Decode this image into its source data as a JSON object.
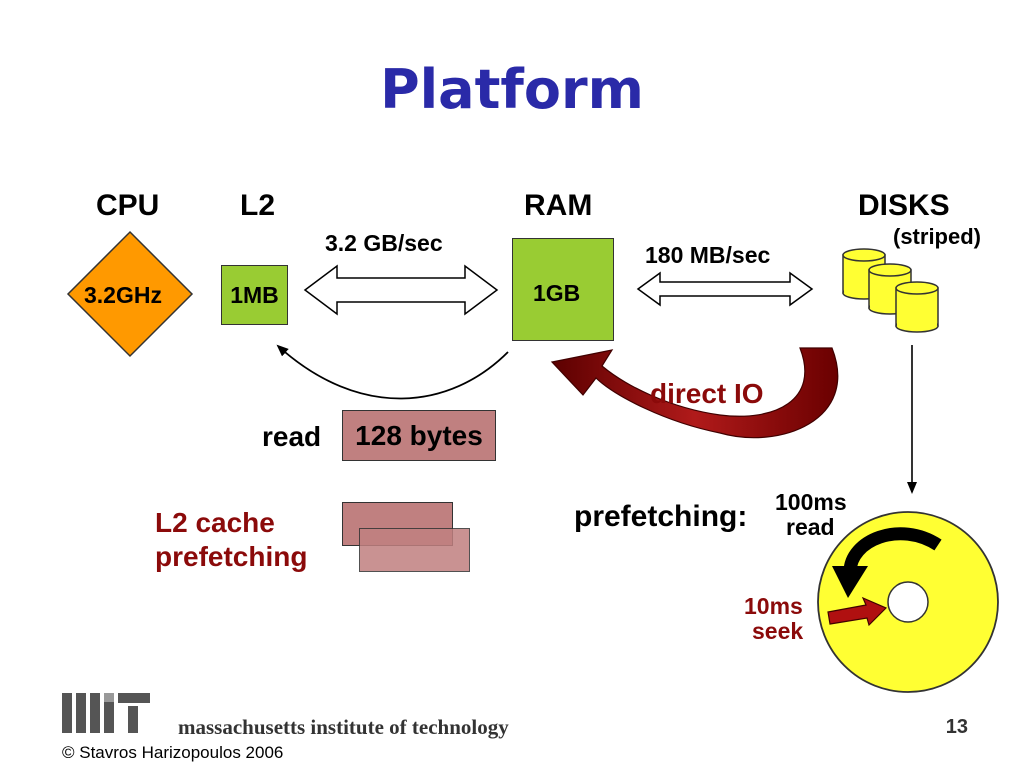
{
  "title": "Platform",
  "columns": {
    "cpu": "CPU",
    "l2": "L2",
    "ram": "RAM",
    "disks": "DISKS",
    "disks_note": "(striped)"
  },
  "components": {
    "cpu_speed": "3.2GHz",
    "l2_size": "1MB",
    "ram_size": "1GB"
  },
  "bandwidth": {
    "l2_ram": "3.2 GB/sec",
    "ram_disk": "180 MB/sec"
  },
  "labels": {
    "direct_io": "direct IO",
    "read_word": "read",
    "read_size": "128 bytes",
    "l2_prefetch_line1": "L2 cache",
    "l2_prefetch_line2": "prefetching",
    "prefetching": "prefetching:",
    "read_time_line1": "100ms",
    "read_time_line2": "read",
    "seek_line1": "10ms",
    "seek_line2": "seek"
  },
  "footer": {
    "institution": "massachusetts institute of technology",
    "page_number": "13",
    "copyright": "© Stavros Harizopoulos 2006"
  },
  "colors": {
    "title": "#2a2aa8",
    "cpu_diamond": "#ff9900",
    "green_box": "#99cc33",
    "rose_box": "#c08080",
    "dark_red": "#8b0a0a",
    "disk_yellow": "#ffff33"
  },
  "icons": {
    "cpu": "diamond-shape",
    "disks": "cylinder-stack",
    "platter": "disk-platter",
    "logo": "mit-logo"
  }
}
